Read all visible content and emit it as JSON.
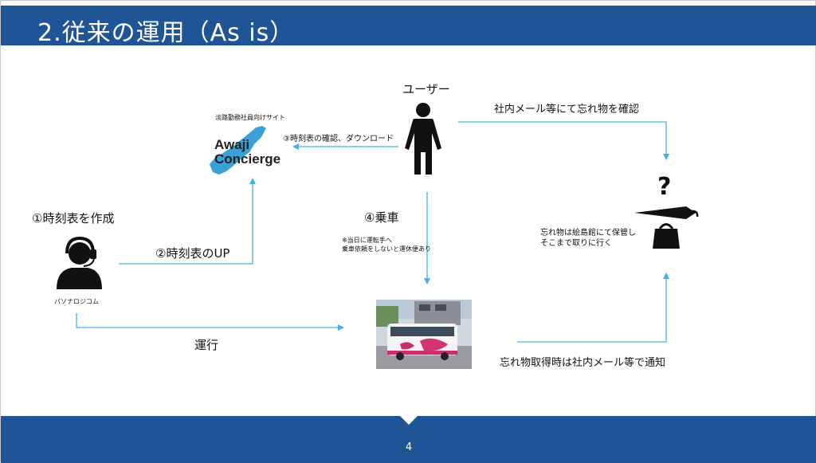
{
  "slide": {
    "title": "2.従来の運用（As is）",
    "page_number": "4"
  },
  "nodes": {
    "user": {
      "label": "ユーザー",
      "icon": "person-icon"
    },
    "site": {
      "caption": "淡路勤務社員向けサイト",
      "logo_line1": "Awaji",
      "logo_line2": "Concierge",
      "icon": "awaji-island-logo"
    },
    "operator": {
      "step_label": "①時刻表を作成",
      "name": "パソナロジコム",
      "icon": "headset-operator-icon"
    },
    "bus": {
      "icon": "bus-photo"
    },
    "lost_item": {
      "note_line1": "忘れ物は絵島館にて保管し",
      "note_line2": "そこまで取りに行く",
      "icon": "lost-item-icon"
    }
  },
  "edges": {
    "upload": "②時刻表の",
    "upload_suffix": "UP",
    "download": "③時刻表の確認、ダウンロード",
    "ride": "④乗車",
    "ride_note_line1": "※当日に運転手へ",
    "ride_note_line2": "乗車依頼をしないと運休便あり",
    "operate": "運行",
    "check_mail": "社内メール等にて忘れ物を確認",
    "notify": "忘れ物取得時は社内メール等で通知"
  },
  "colors": {
    "title_bar": "#1f5496",
    "arrow": "#41b3df",
    "logo_island": "#3aa0d8",
    "icon_dark": "#111111"
  }
}
